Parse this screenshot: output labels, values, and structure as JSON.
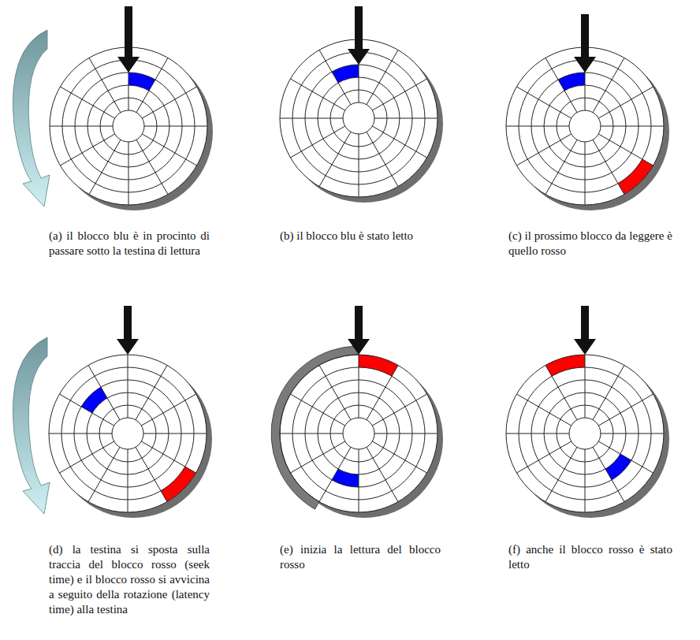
{
  "diagram": {
    "labels": [
      "(a) il blocco blu è in procinto di passare sotto la testina di lettura",
      "(b) il blocco blu è stato letto",
      "(c) il prossimo blocco da leggere è quello rosso",
      "(d) la testina si sposta sulla traccia del blocco rosso (seek time) e il blocco rosso si avvicina a seguito della rotazione (latency time) alla testina",
      "(e) inizia la lettura del blocco rosso",
      "(f) anche il blocco rosso è stato letto"
    ]
  }
}
